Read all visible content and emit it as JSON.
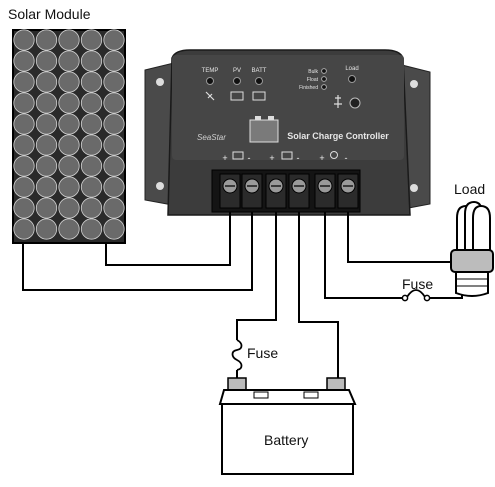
{
  "labels": {
    "solar_module": "Solar Module",
    "load": "Load",
    "fuse_load": "Fuse",
    "fuse_battery": "Fuse",
    "battery": "Battery"
  },
  "controller": {
    "brand": "SeaStar",
    "title": "Solar Charge Controller",
    "top_labels": [
      "TEMP",
      "PV",
      "BATT"
    ],
    "status_leds": [
      "Bulk",
      "Float",
      "Finished"
    ],
    "load_indicator": "Load",
    "polarity": [
      "+",
      "-",
      "+",
      "-",
      "+",
      "-"
    ]
  },
  "colors": {
    "controller_body": "#3b3b3b",
    "panel_cell": "#6a6a6a",
    "wire": "#000000",
    "terminal_block": "#111111"
  }
}
